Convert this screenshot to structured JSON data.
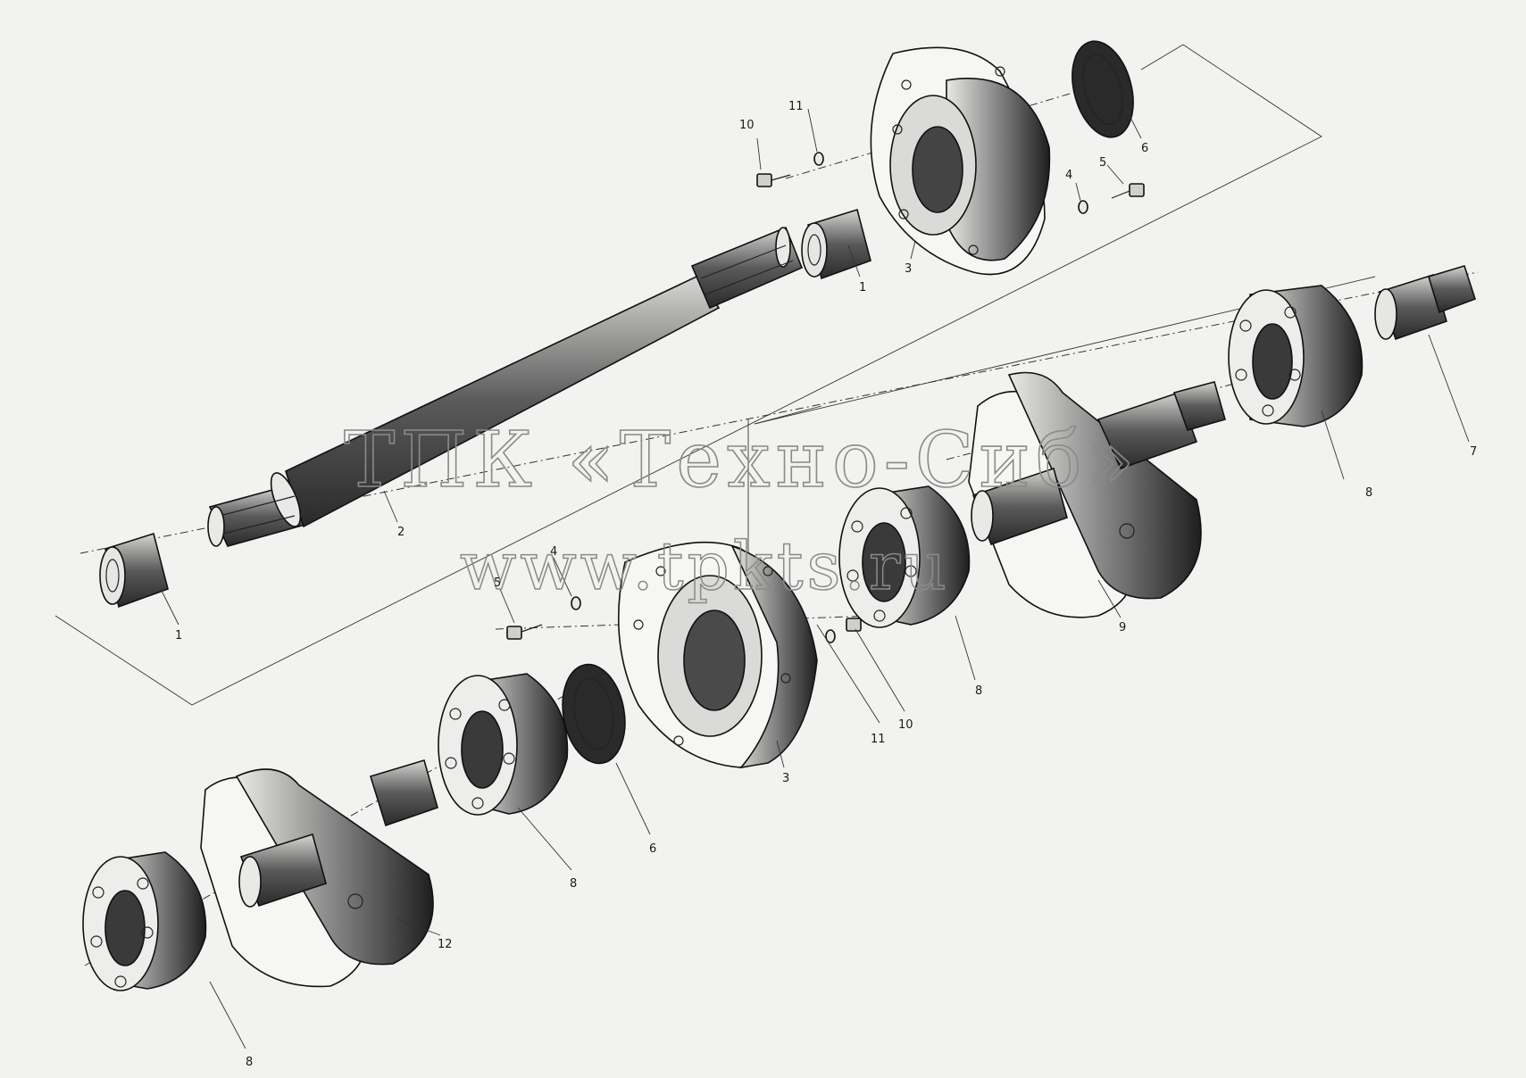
{
  "watermark": {
    "title": "ТПК «Техно-Сиб»",
    "url": "www.tpkts.ru"
  },
  "callouts": [
    {
      "id": "c1a",
      "text": "1"
    },
    {
      "id": "c1b",
      "text": "1"
    },
    {
      "id": "c2",
      "text": "2"
    },
    {
      "id": "c3a",
      "text": "3"
    },
    {
      "id": "c3b",
      "text": "3"
    },
    {
      "id": "c4a",
      "text": "4"
    },
    {
      "id": "c4b",
      "text": "4"
    },
    {
      "id": "c5a",
      "text": "5"
    },
    {
      "id": "c5b",
      "text": "5"
    },
    {
      "id": "c6a",
      "text": "6"
    },
    {
      "id": "c6b",
      "text": "6"
    },
    {
      "id": "c7",
      "text": "7"
    },
    {
      "id": "c8a",
      "text": "8"
    },
    {
      "id": "c8b",
      "text": "8"
    },
    {
      "id": "c8c",
      "text": "8"
    },
    {
      "id": "c8d",
      "text": "8"
    },
    {
      "id": "c9",
      "text": "9"
    },
    {
      "id": "c10a",
      "text": "10"
    },
    {
      "id": "c10b",
      "text": "10"
    },
    {
      "id": "c11a",
      "text": "11"
    },
    {
      "id": "c11b",
      "text": "11"
    },
    {
      "id": "c12",
      "text": "12"
    }
  ]
}
